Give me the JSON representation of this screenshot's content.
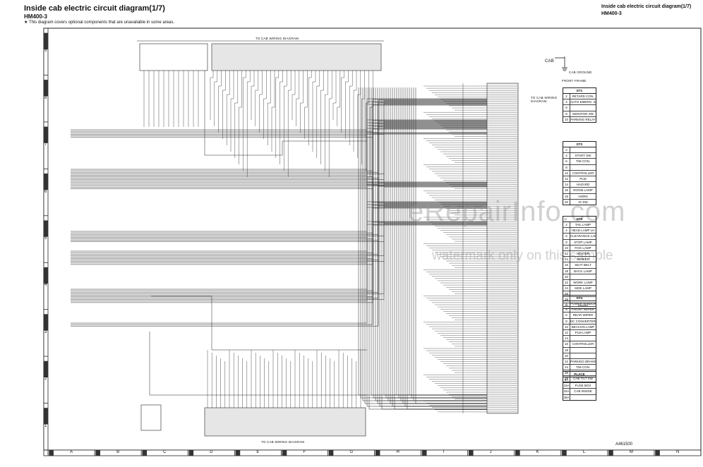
{
  "header": {
    "title": "Inside cab electric circuit diagram(1/7)",
    "model": "HM400-3",
    "note": "★ This diagram covers optional components that are unavailable in some areas.",
    "title_right": "Inside cab electric circuit diagram(1/7)",
    "model_right": "HM400-3"
  },
  "labels": {
    "to_cab_wiring_top": "TO CAB WIRING DIAGRAM",
    "to_cab_wiring_bottom": "TO CAB WIRING DIAGRAM",
    "to_cab_wiring_right": "TO CAB WIRING DIAGRAM",
    "cab": "CAB",
    "cab_ground": "CAB GROUND",
    "front_frame": "FRONT FRAME",
    "reference": "A461500"
  },
  "watermark": {
    "site": "eRepairInfo.com",
    "text": "watermark only on this sample"
  },
  "grid": {
    "rows": [
      "9",
      "8",
      "7",
      "6",
      "5",
      "4",
      "3",
      "2",
      "1"
    ],
    "columns": [
      "A",
      "B",
      "C",
      "D",
      "E",
      "F",
      "G",
      "H",
      "I",
      "J",
      "K",
      "L",
      "M",
      "N"
    ]
  },
  "tables": [
    {
      "title": "DT1",
      "rows": [
        [
          "2",
          "RETARD CON."
        ],
        [
          "4",
          "AUTO EMERG. S/T"
        ],
        [
          "6",
          ""
        ],
        [
          "8",
          "MONITOR SW"
        ],
        [
          "10",
          "PARKING RELAY"
        ]
      ]
    },
    {
      "title": "DT2",
      "rows": [
        [
          "2",
          ""
        ],
        [
          "4",
          "START SW"
        ],
        [
          "6",
          "T/M CON."
        ],
        [
          "8",
          ""
        ],
        [
          "10",
          "CONTROLLER"
        ],
        [
          "12",
          "PLM"
        ],
        [
          "14",
          "HAZARD"
        ],
        [
          "16",
          "ROOM LAMP"
        ],
        [
          "18",
          "HORN"
        ],
        [
          "20",
          "IG SW"
        ]
      ]
    },
    {
      "title": "DT3",
      "rows": [
        [
          "2",
          "TAIL LAMP"
        ],
        [
          "4",
          "HEAD LAMP LH"
        ],
        [
          "6",
          "CLEARANCE LAMP"
        ],
        [
          "8",
          "STOP LAMP"
        ],
        [
          "10",
          "FOG LAMP"
        ],
        [
          "12",
          "HEATER"
        ],
        [
          "14",
          "WINKER"
        ],
        [
          "16",
          "SEAT BELT"
        ],
        [
          "18",
          "BACK LAMP"
        ],
        [
          "20",
          ""
        ],
        [
          "22",
          "WORK LAMP"
        ],
        [
          "24",
          "SIDE LAMP"
        ],
        [
          "26",
          ""
        ],
        [
          "28",
          ""
        ],
        [
          "30",
          "SPARE"
        ]
      ]
    },
    {
      "title": "DT4",
      "rows": [
        [
          "2",
          "POWER WINDOW"
        ],
        [
          "4",
          "FRONT WIPER"
        ],
        [
          "6",
          "REAR WIPER"
        ],
        [
          "8",
          "DC CONVERTER"
        ],
        [
          "10",
          "BEACON LAMP"
        ],
        [
          "12",
          "PLM LAMP"
        ],
        [
          "14",
          ""
        ],
        [
          "16",
          "CONTROLLER"
        ],
        [
          "18",
          ""
        ],
        [
          "20",
          ""
        ],
        [
          "22",
          "PARKING BRAKE"
        ],
        [
          "24",
          "T/M CON."
        ],
        [
          "26",
          ""
        ],
        [
          "28",
          "CAB TILT SW"
        ]
      ]
    },
    {
      "title": "PLACE",
      "rows": [
        [
          "9A",
          ""
        ],
        [
          "16A",
          "FUSE BOX"
        ],
        [
          "32A",
          "CAB INSIDE"
        ],
        [
          "30A",
          ""
        ]
      ]
    }
  ]
}
